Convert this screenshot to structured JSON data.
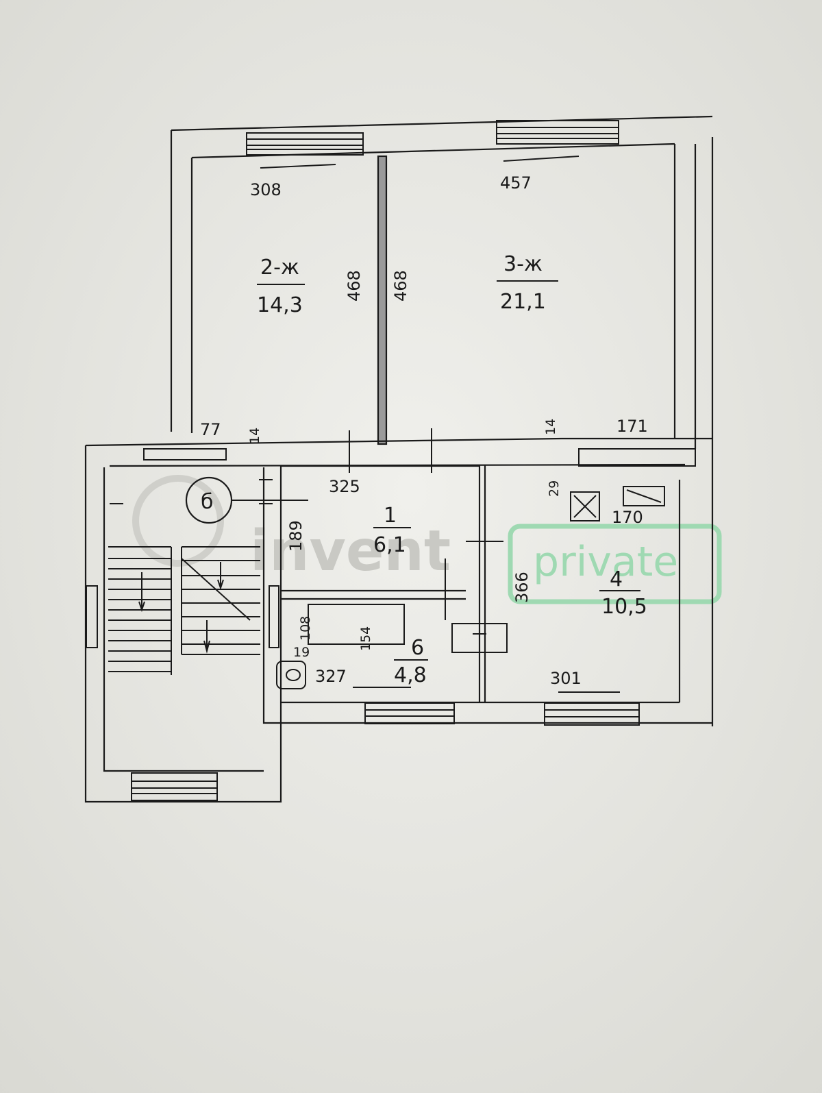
{
  "watermark": {
    "left": "invent",
    "right": "private"
  },
  "rooms": [
    {
      "id": "1",
      "number": "1",
      "area": "6,1"
    },
    {
      "id": "2",
      "number": "2-ж",
      "area": "14,3"
    },
    {
      "id": "3",
      "number": "3-ж",
      "area": "21,1"
    },
    {
      "id": "4",
      "number": "4",
      "area": "10,5"
    },
    {
      "id": "6",
      "number": "6",
      "area": "4,8"
    }
  ],
  "stair_label": "б",
  "dimensions": {
    "room2_width": "308",
    "room2_height": "468",
    "room3_width": "457",
    "room3_height": "468",
    "hall_width": "325",
    "hall_height": "189",
    "kitchen_height": "366",
    "kitchen_width_top": "170",
    "kitchen_width_bottom": "301",
    "bath_width": "327",
    "bath_length": "154",
    "bath_height": "108",
    "wall_77": "77",
    "wall_14_left": "14",
    "wall_14_right": "14",
    "wall_171": "171",
    "wall_29": "29",
    "wall_19": "19"
  }
}
